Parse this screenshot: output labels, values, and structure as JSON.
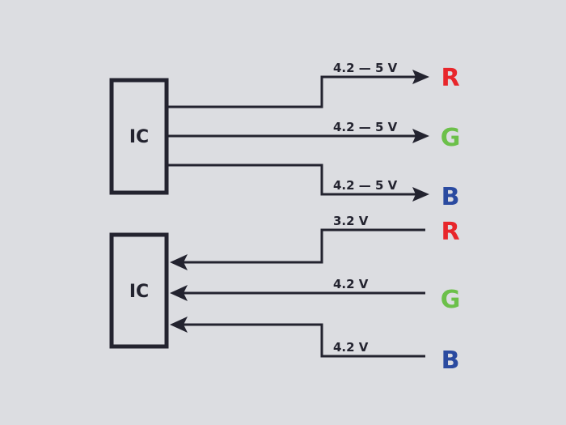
{
  "top_block": {
    "ic_label": "IC",
    "lines": [
      {
        "voltage": "4.2 — 5 V",
        "channel": "R"
      },
      {
        "voltage": "4.2 — 5 V",
        "channel": "G"
      },
      {
        "voltage": "4.2 — 5 V",
        "channel": "B"
      }
    ]
  },
  "bottom_block": {
    "ic_label": "IC",
    "lines": [
      {
        "voltage": "3.2 V",
        "channel": "R"
      },
      {
        "voltage": "4.2 V",
        "channel": "G"
      },
      {
        "voltage": "4.2 V",
        "channel": "B"
      }
    ]
  },
  "colors": {
    "R": "#e8262b",
    "G": "#6cc04a",
    "B": "#2a4aa0",
    "ink": "#23232f",
    "background": "#dcdde1"
  }
}
